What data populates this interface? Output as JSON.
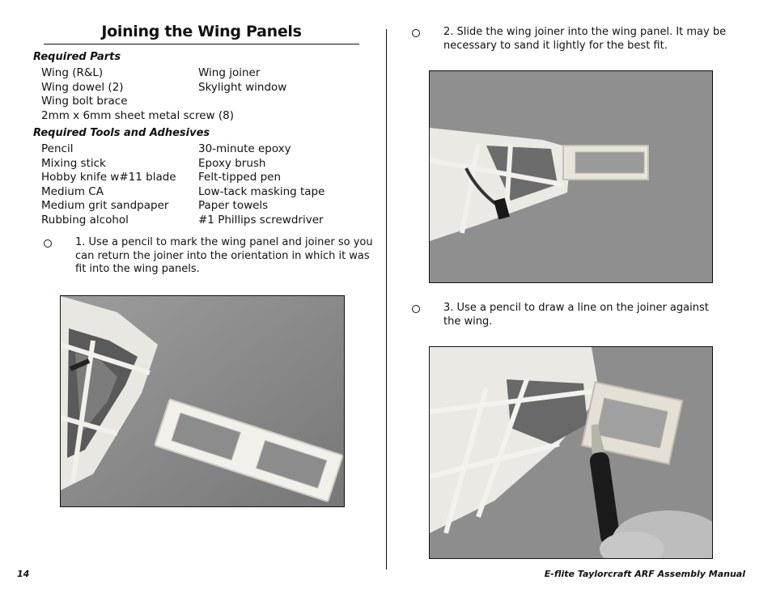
{
  "page": {
    "title": "Joining the Wing Panels",
    "required_parts_heading": "Required Parts",
    "required_parts_left": [
      "Wing (R&L)",
      "Wing dowel (2)",
      "Wing bolt brace",
      "2mm x 6mm sheet metal screw (8)"
    ],
    "required_parts_right": [
      "Wing joiner",
      "Skylight window"
    ],
    "tools_heading": "Required Tools and Adhesives",
    "tools_left": [
      "Pencil",
      "Mixing stick",
      "Hobby knife w#11 blade",
      "Medium CA",
      "Medium grit sandpaper",
      "Rubbing alcohol"
    ],
    "tools_right": [
      "30-minute epoxy",
      "Epoxy brush",
      "Felt-tipped pen",
      "Low-tack masking tape",
      "Paper towels",
      "#1 Phillips screwdriver"
    ]
  },
  "steps": [
    {
      "lines": [
        "1. Use a pencil to mark the wing panel and joiner so you",
        "can return the joiner into the orientation in which it was",
        "fit into the wing panels."
      ]
    },
    {
      "lines": [
        "2. Slide the wing joiner into the wing panel. It may be",
        "necessary to sand it lightly for the best fit."
      ]
    },
    {
      "lines": [
        "3. Use a pencil to draw a line on the joiner against",
        "the wing."
      ]
    }
  ],
  "footer": {
    "page_number": "14",
    "manual_title": "E-flite Taylorcraft ARF Assembly Manual"
  },
  "colors": {
    "photo_background": "#8a8a8a",
    "wood": "#f2f0ea",
    "text": "#111111"
  }
}
